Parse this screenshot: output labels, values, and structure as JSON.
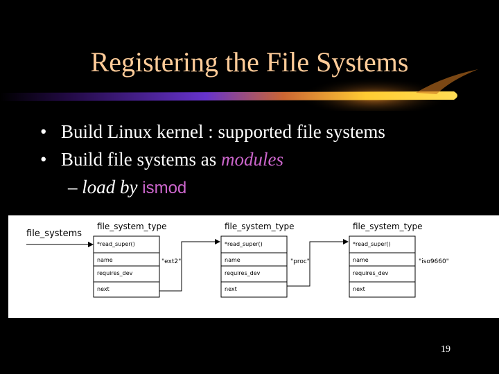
{
  "slide": {
    "title": "Registering the File Systems",
    "bullets": [
      {
        "text": "Build Linux kernel : supported file systems"
      },
      {
        "prefix": "Build file systems as ",
        "emphasis": "modules"
      }
    ],
    "sub_bullet": {
      "dash": "–",
      "prefix": "load by ",
      "command": "ismod"
    },
    "page_number": "19"
  },
  "diagram": {
    "head_label": "file_systems",
    "structs": [
      {
        "type_label": "file_system_type",
        "fields": [
          "*read_super()",
          "name",
          "requires_dev",
          "next"
        ],
        "name_value": "\"ext2\""
      },
      {
        "type_label": "file_system_type",
        "fields": [
          "*read_super()",
          "name",
          "requires_dev",
          "next"
        ],
        "name_value": "\"proc\""
      },
      {
        "type_label": "file_system_type",
        "fields": [
          "*read_super()",
          "name",
          "requires_dev",
          "next"
        ],
        "name_value": "\"iso9660\""
      }
    ]
  },
  "colors": {
    "background": "#000000",
    "title": "#ffcc99",
    "bullet_text": "#ffffff",
    "emphasis": "#cc66cc",
    "swoosh_gold": "#ffcc33",
    "swoosh_purple": "#6633cc"
  }
}
